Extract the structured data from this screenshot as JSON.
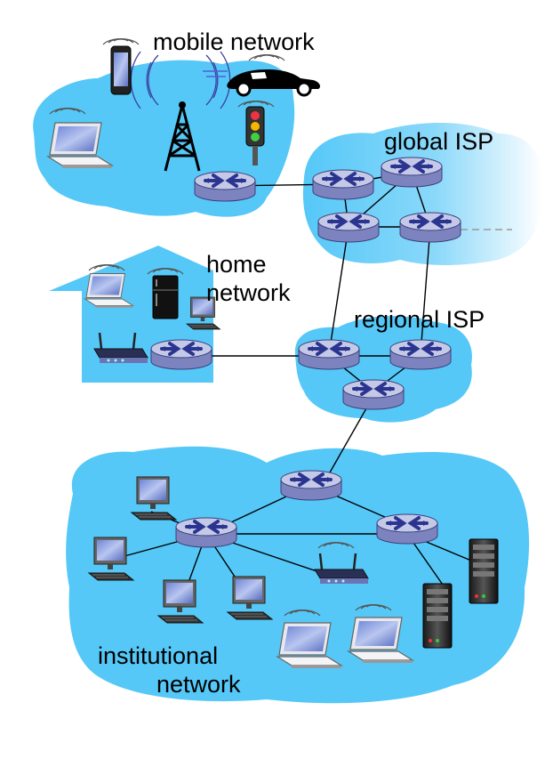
{
  "labels": {
    "mobile": "mobile network",
    "global": "global ISP",
    "home_1": "home",
    "home_2": "network",
    "regional": "regional ISP",
    "inst_1": "institutional",
    "inst_2": "network"
  },
  "colors": {
    "cloud": "#55c8f7",
    "router_top": "#c5c9e8",
    "router_band": "#7d83bf",
    "router_x": "#2b3590",
    "link": "#000000"
  }
}
